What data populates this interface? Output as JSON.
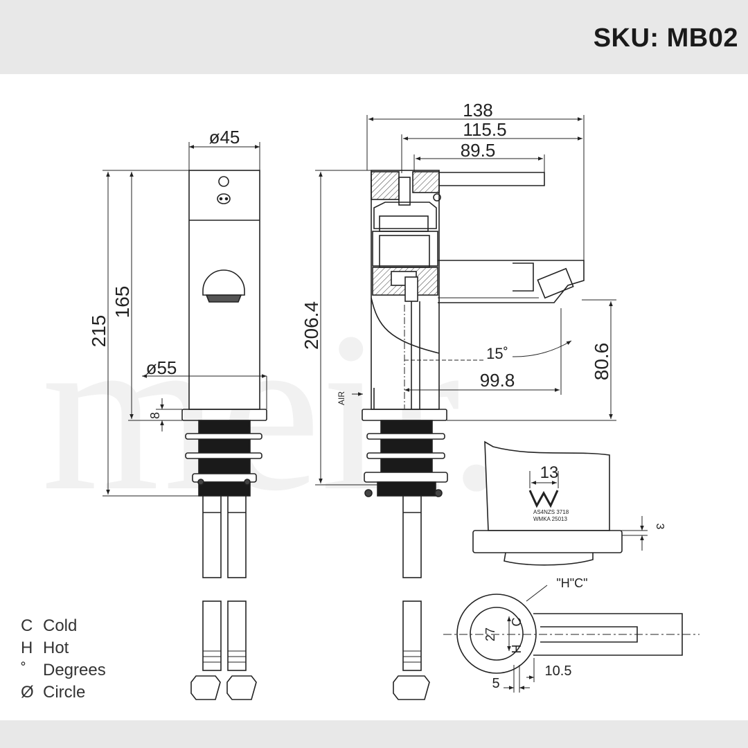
{
  "header": {
    "sku": "SKU: MB02"
  },
  "watermark": {
    "text": "meir."
  },
  "dimensions": {
    "d45": "ø45",
    "d55": "ø55",
    "h215": "215",
    "h165": "165",
    "h8": "8",
    "h206": "206.4",
    "w138": "138",
    "w115": "115.5",
    "w89": "89.5",
    "angle15": "15˚",
    "w99": "99.8",
    "h80": "80.6",
    "w13": "13",
    "h3": "3",
    "hc": "\"H\"C\"",
    "h27": "27",
    "w10": "10.5",
    "w5": "5",
    "air": "AIR"
  },
  "markings": {
    "std1": "AS4NZS 3718",
    "std2": "WMKA 25013",
    "c": "C",
    "h": "H"
  },
  "legend": [
    {
      "symbol": "C",
      "label": "Cold"
    },
    {
      "symbol": "H",
      "label": "Hot"
    },
    {
      "symbol": "˚",
      "label": "Degrees"
    },
    {
      "symbol": "Ø",
      "label": "Circle"
    }
  ],
  "colors": {
    "line": "#222222",
    "band": "#e8e8e8",
    "watermark": "#f1f1f1"
  }
}
